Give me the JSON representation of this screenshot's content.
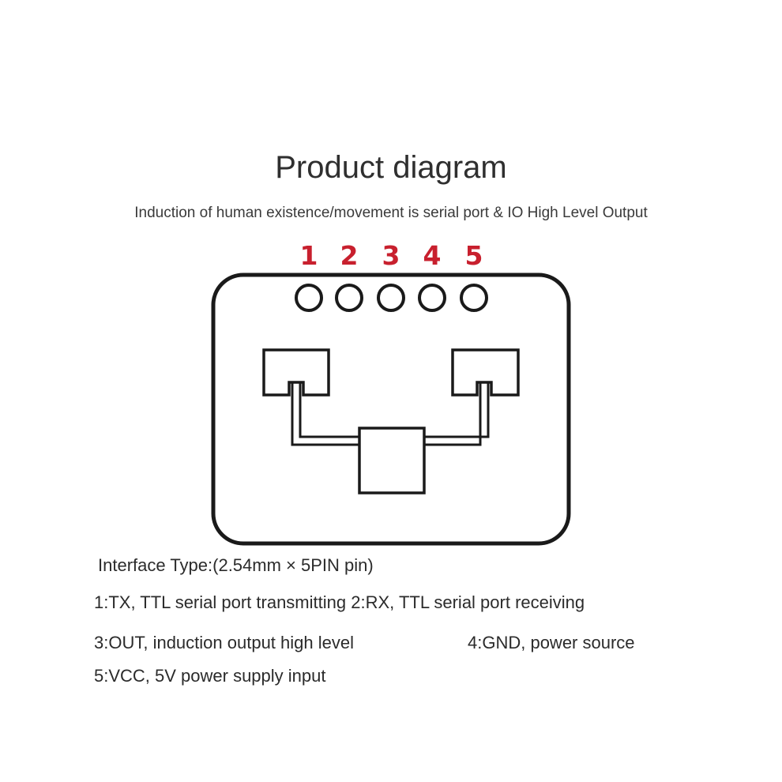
{
  "title": "Product diagram",
  "subtitle": "Induction of human existence/movement is serial port & IO High Level Output",
  "pins": [
    {
      "number": "1"
    },
    {
      "number": "2"
    },
    {
      "number": "3"
    },
    {
      "number": "4"
    },
    {
      "number": "5"
    }
  ],
  "colors": {
    "pin_number": "#c8202e",
    "outline": "#1a1a1a",
    "text": "#2b2b2b"
  },
  "specs": {
    "interface_type": "Interface Type:(2.54mm × 5PIN pin)",
    "pin1_pin2": "1:TX, TTL serial port transmitting 2:RX, TTL serial port receiving",
    "pin3": "3:OUT, induction output high level",
    "pin4": "4:GND, power source",
    "pin5": "5:VCC, 5V power supply input"
  }
}
